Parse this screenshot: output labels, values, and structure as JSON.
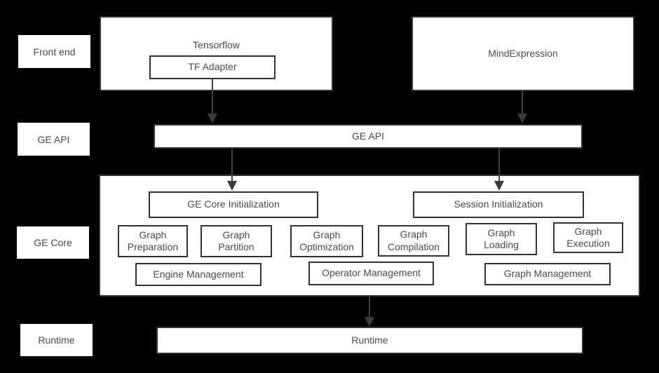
{
  "diagram": {
    "row_labels": {
      "front_end": "Front end",
      "ge_api": "GE API",
      "ge_core": "GE Core",
      "runtime": "Runtime"
    },
    "front_end": {
      "tensorflow": "Tensorflow",
      "tf_adapter": "TF Adapter",
      "mind_expression": "MindExpression"
    },
    "ge_api_bar": "GE API",
    "ge_core": {
      "ge_core_init": "GE Core Initialization",
      "session_init": "Session Initialization",
      "stages": [
        {
          "line1": "Graph",
          "line2": "Preparation"
        },
        {
          "line1": "Graph",
          "line2": "Partition"
        },
        {
          "line1": "Graph",
          "line2": "Optimization"
        },
        {
          "line1": "Graph",
          "line2": "Compilation"
        },
        {
          "line1": "Graph",
          "line2": "Loading"
        },
        {
          "line1": "Graph",
          "line2": "Execution"
        }
      ],
      "management": [
        "Engine Management",
        "Operator Management",
        "Graph Management"
      ]
    },
    "runtime_bar": "Runtime",
    "colors": {
      "background": "#000000",
      "box_fill": "#ffffff",
      "box_border": "#333333",
      "text": "#4a4a4a",
      "arrow": "#3d3d3d"
    }
  }
}
